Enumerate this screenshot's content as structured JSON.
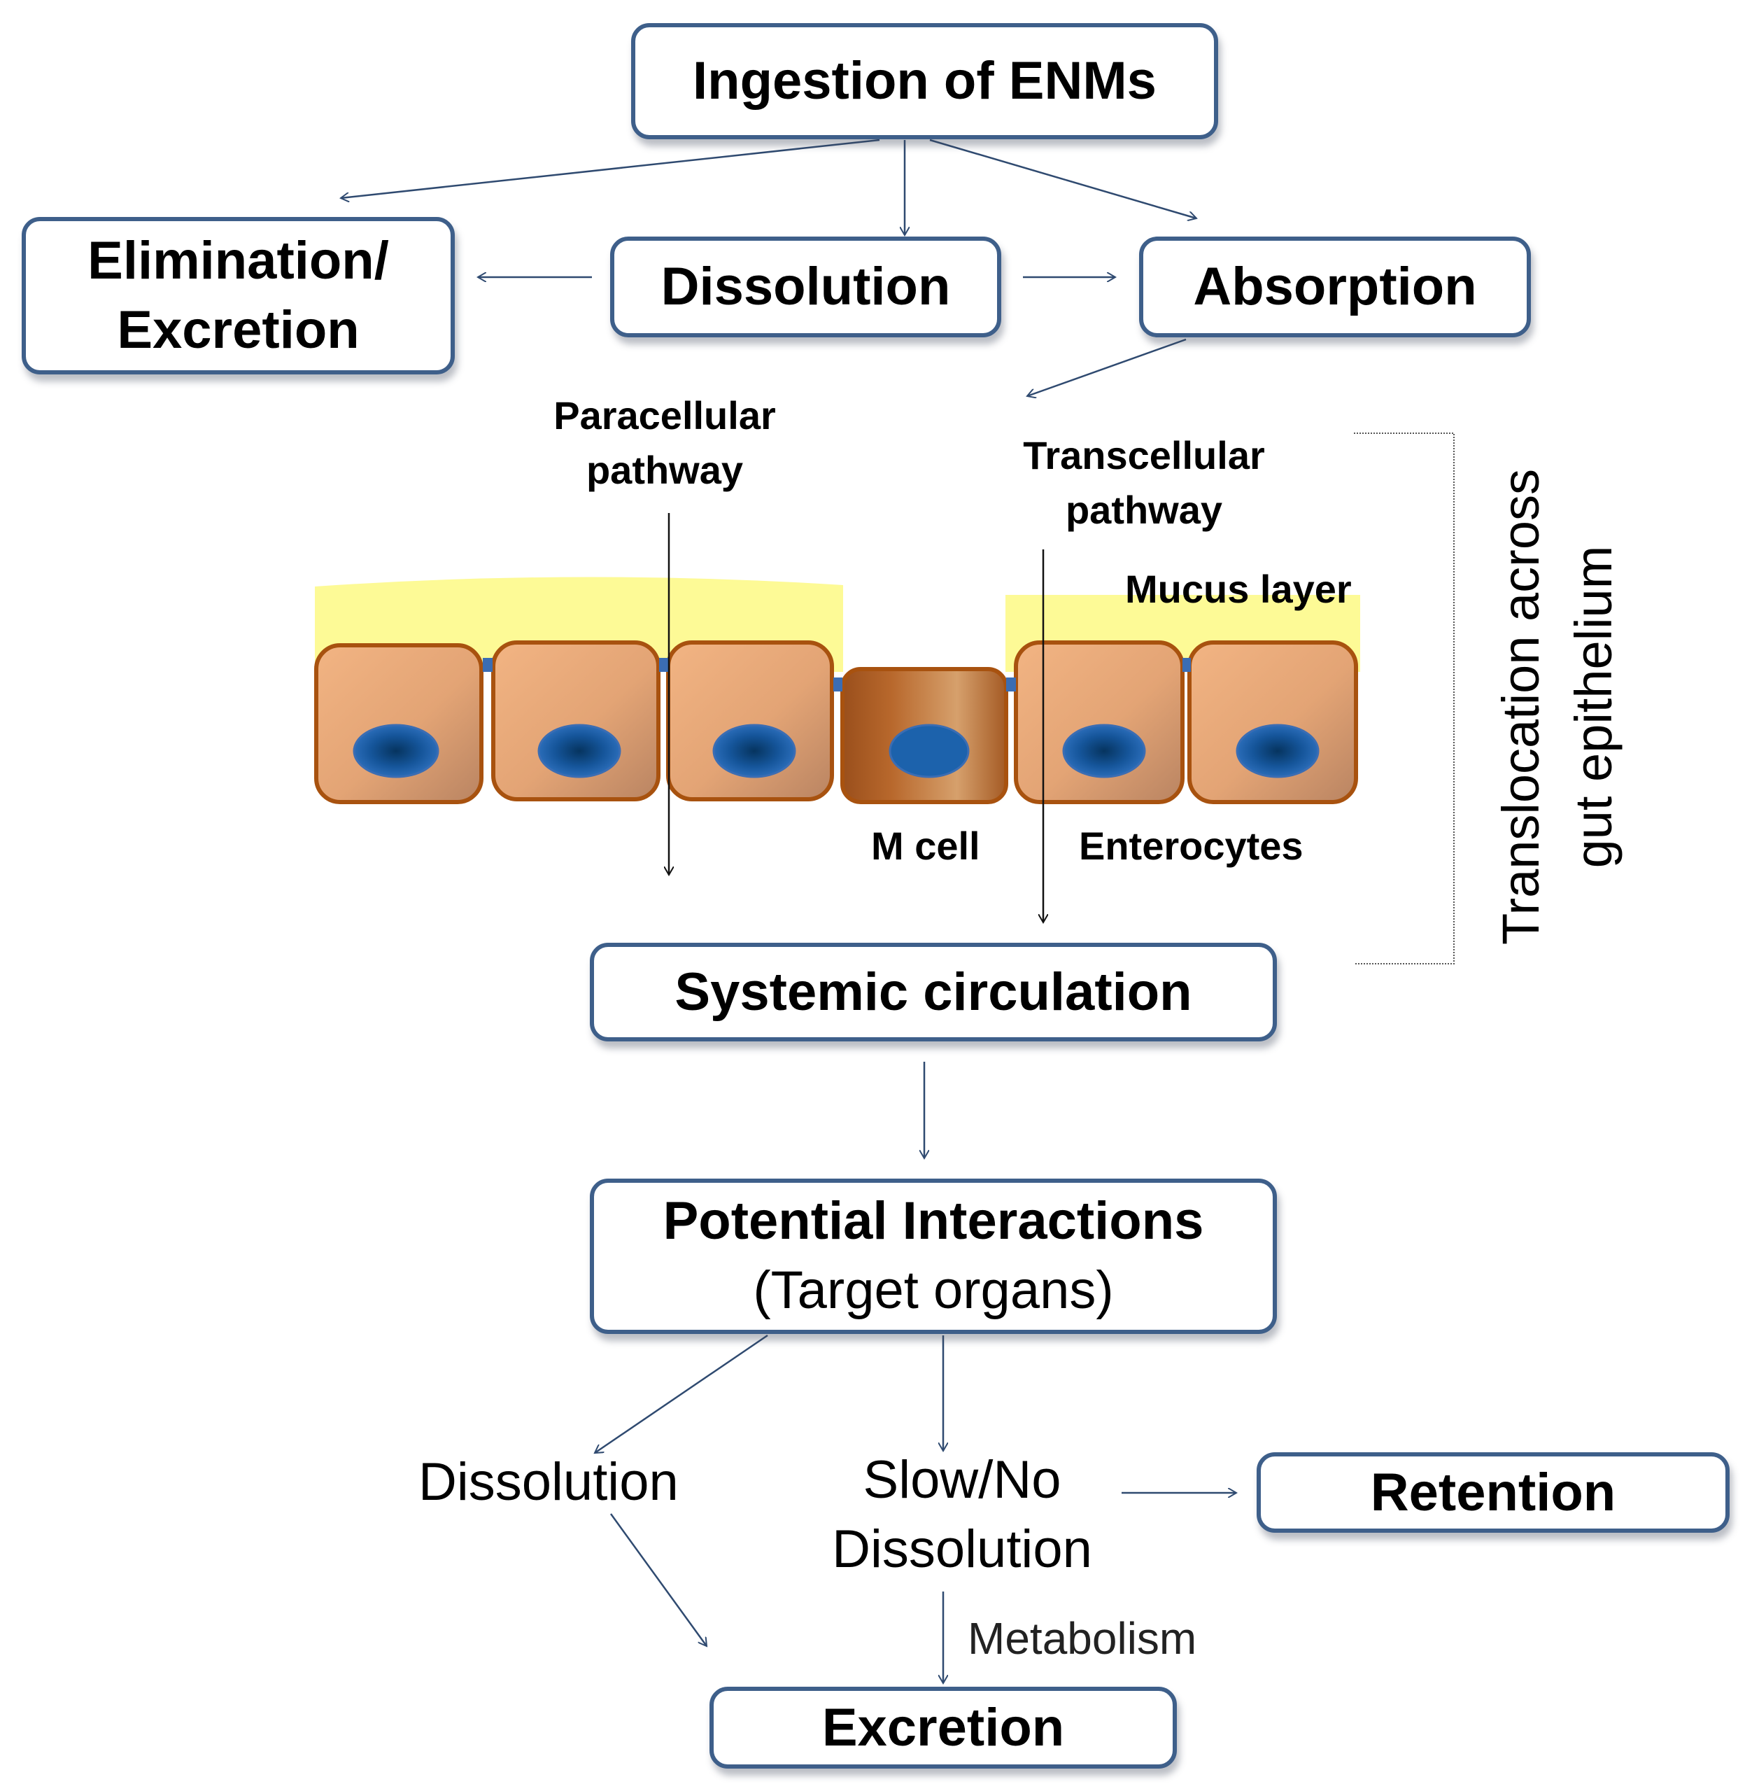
{
  "boxes": {
    "ingestion": "Ingestion of ENMs",
    "elimination": [
      "Elimination/",
      "Excretion"
    ],
    "dissolution_top": "Dissolution",
    "absorption": "Absorption",
    "systemic": "Systemic circulation",
    "potential": [
      "Potential Interactions",
      "(Target organs)"
    ],
    "retention": "Retention",
    "excretion": "Excretion"
  },
  "labels": {
    "paracellular": [
      "Paracellular",
      "pathway"
    ],
    "transcellular": [
      "Transcellular",
      "pathway"
    ],
    "mucus_layer": "Mucus layer",
    "m_cell": "M cell",
    "enterocytes": "Enterocytes",
    "translocation": [
      "Translocation across",
      "gut epithelium"
    ],
    "dissolution_bottom": "Dissolution",
    "slow_no_dissolution": [
      "Slow/No",
      "Dissolution"
    ],
    "metabolism": "Metabolism"
  },
  "epithelium": {
    "cells": [
      {
        "type": "enterocyte"
      },
      {
        "type": "enterocyte"
      },
      {
        "type": "enterocyte"
      },
      {
        "type": "m-cell"
      },
      {
        "type": "enterocyte"
      },
      {
        "type": "enterocyte"
      }
    ]
  },
  "colors": {
    "box_border": "#3e5f8a",
    "arrow": "#2f4a70",
    "mucus": "#fdfa96",
    "cell_fill": "#e8a878",
    "cell_border": "#a8520f",
    "m_cell_fill": "#b8682c",
    "nucleus": "#1c5ea8",
    "tight_junction": "#3b6db3"
  }
}
